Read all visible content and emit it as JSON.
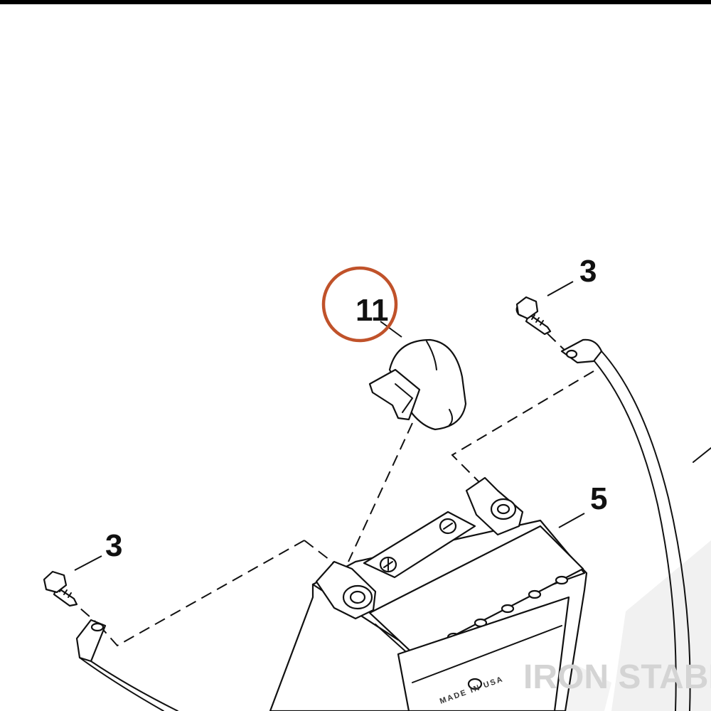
{
  "callouts": {
    "bolt_upper": "3",
    "bolt_lower": "3",
    "cover": "11",
    "battery": "5"
  },
  "watermark": "IRON STABLE",
  "battery_label": "MADE IN USA",
  "highlight_color": "#c0522a",
  "line_color": "#111111",
  "watermark_color": "#d4d4d4"
}
